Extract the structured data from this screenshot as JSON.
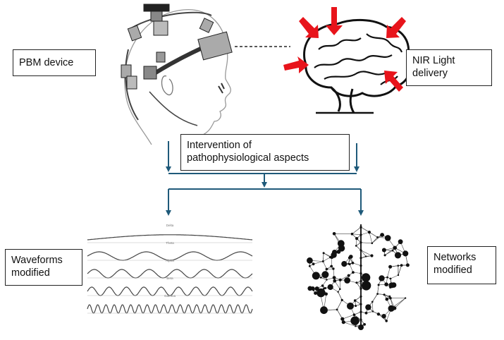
{
  "labels": {
    "pbm_device": "PBM device",
    "nir_delivery": "NIR Light\ndelivery",
    "intervention": "Intervention of\npathophysiological aspects",
    "waveforms": "Waveforms\nmodified",
    "networks": "Networks\nmodified"
  },
  "waveforms": [
    {
      "name": "Delta",
      "cycles": 0.5
    },
    {
      "name": "Theta",
      "cycles": 3.5
    },
    {
      "name": "Alpha",
      "cycles": 6
    },
    {
      "name": "Beta",
      "cycles": 9.5
    },
    {
      "name": "Gamma",
      "cycles": 20
    }
  ],
  "colors": {
    "arrow": "#1f5a7a",
    "light_arrow": "#e8141b",
    "outline": "#222222",
    "wave": "#444444"
  },
  "icons": [
    "head-with-pbm-device-icon",
    "brain-icon",
    "brain-network-icon"
  ]
}
